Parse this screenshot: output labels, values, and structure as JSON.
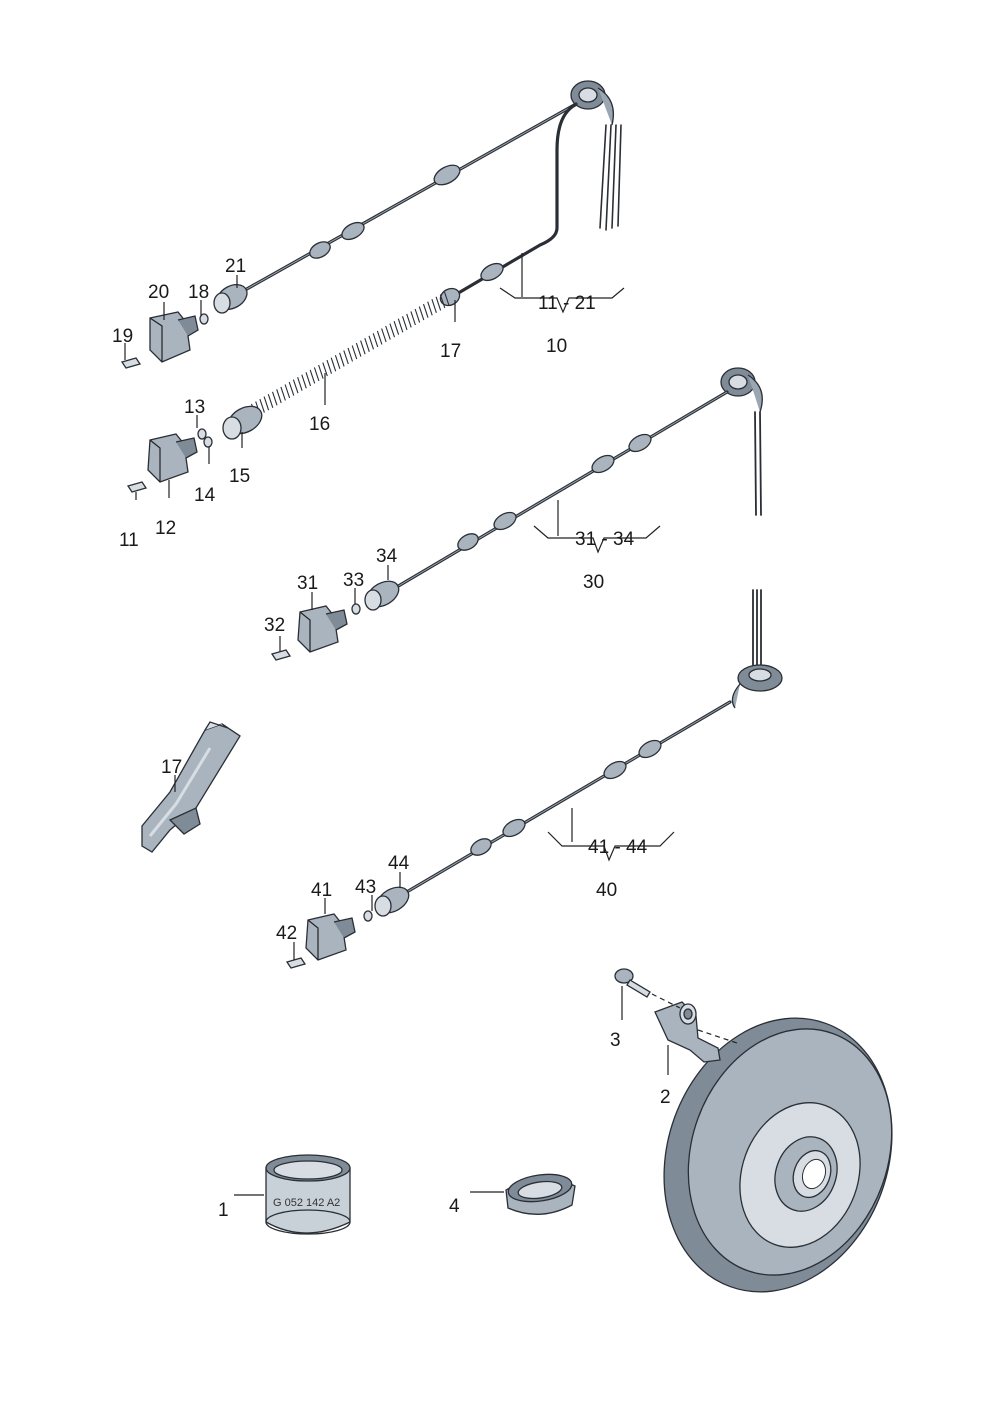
{
  "labels": {
    "l1": "1",
    "l2": "2",
    "l3": "3",
    "l4": "4",
    "l10": "10",
    "l11": "11",
    "l12": "12",
    "l13": "13",
    "l14": "14",
    "l15": "15",
    "l16": "16",
    "l17a": "17",
    "l17b": "17",
    "l18": "18",
    "l19": "19",
    "l20": "20",
    "l21": "21",
    "l11_21": "11 - 21",
    "l30": "30",
    "l31": "31",
    "l32": "32",
    "l33": "33",
    "l34": "34",
    "l31_34": "31 - 34",
    "l40": "40",
    "l41": "41",
    "l42": "42",
    "l43": "43",
    "l44": "44",
    "l41_44": "41 - 44"
  },
  "stamp": "G 052 142 A2"
}
